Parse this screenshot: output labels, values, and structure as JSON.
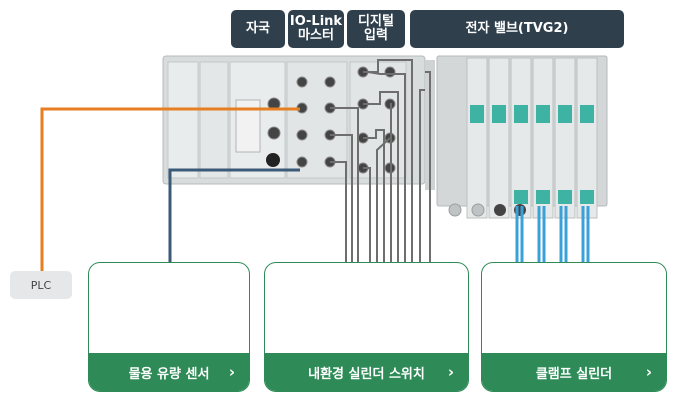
{
  "headers": {
    "slave": "자국",
    "iolink_line1": "IO-Link",
    "iolink_line2": "마스터",
    "digital_line1": "디지털",
    "digital_line2": "입력",
    "valve": "전자 밸브(TVG2)"
  },
  "plc_label": "PLC",
  "cards": [
    {
      "label": "물용 유량 센서",
      "chevron": "›"
    },
    {
      "label": "내환경 실린더 스위치",
      "chevron": "›"
    },
    {
      "label": "클램프 실린더",
      "chevron": "›"
    }
  ],
  "colors": {
    "header_bg": "#2f3f4c",
    "accent_green": "#2e8b57",
    "plc_wire": "#e67e22",
    "sensor_wire": "#3b5a78",
    "valve_tube": "#3aa0d8",
    "valve_teal": "#3fb3a3"
  }
}
